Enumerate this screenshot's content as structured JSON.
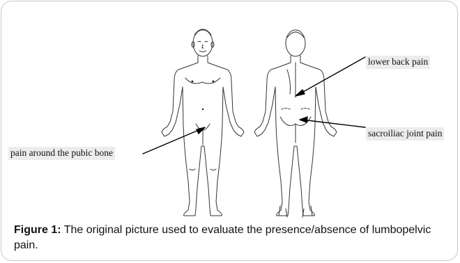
{
  "labels": {
    "lower_back": "lower back pain",
    "sacroiliac": "sacroiliac joint pain",
    "pubic": "pain around the pubic bone"
  },
  "caption": {
    "label": "Figure 1:",
    "text": " The original picture used to evaluate the presence/absence of lumbopelvic pain."
  }
}
